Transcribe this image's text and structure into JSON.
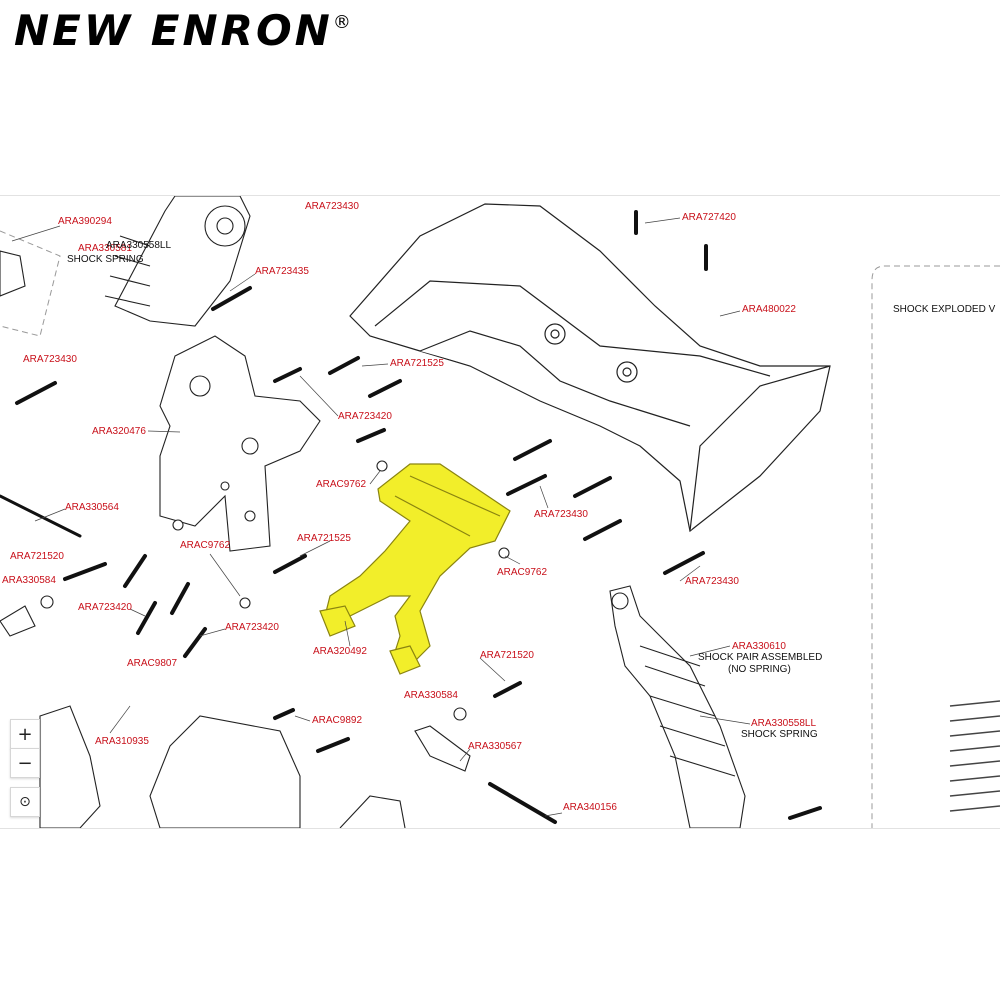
{
  "brand": {
    "name": "NEW ENRON",
    "mark": "®"
  },
  "labels": [
    {
      "id": "l1",
      "text": "ARA390294"
    },
    {
      "id": "l2",
      "text": "ARA330581"
    },
    {
      "id": "l3",
      "text": "ARA330558LL"
    },
    {
      "id": "l4",
      "text": "SHOCK SPRING"
    },
    {
      "id": "l5",
      "text": "ARA723430"
    },
    {
      "id": "l6",
      "text": "ARA723435"
    },
    {
      "id": "l7",
      "text": "ARA727420"
    },
    {
      "id": "l8",
      "text": "ARA480022"
    },
    {
      "id": "l9",
      "text": "SHOCK EXPLODED V"
    },
    {
      "id": "l10",
      "text": "ARA723430"
    },
    {
      "id": "l11",
      "text": "ARA721525"
    },
    {
      "id": "l12",
      "text": "ARA723420"
    },
    {
      "id": "l13",
      "text": "ARA320476"
    },
    {
      "id": "l14",
      "text": "ARAC9762"
    },
    {
      "id": "l15",
      "text": "ARA330564"
    },
    {
      "id": "l16",
      "text": "ARA723430"
    },
    {
      "id": "l17",
      "text": "ARA721520"
    },
    {
      "id": "l18",
      "text": "ARAC9762"
    },
    {
      "id": "l19",
      "text": "ARA721525"
    },
    {
      "id": "l20",
      "text": "ARAC9762"
    },
    {
      "id": "l21",
      "text": "ARA330584"
    },
    {
      "id": "l22",
      "text": "ARA723420"
    },
    {
      "id": "l23",
      "text": "ARA723420"
    },
    {
      "id": "l24",
      "text": "ARA320492"
    },
    {
      "id": "l25",
      "text": "ARA723430"
    },
    {
      "id": "l26",
      "text": "ARAC9807"
    },
    {
      "id": "l27",
      "text": "ARA721520"
    },
    {
      "id": "l28",
      "text": "ARA330610"
    },
    {
      "id": "l29",
      "text": "SHOCK PAIR ASSEMBLED"
    },
    {
      "id": "l30",
      "text": "(NO SPRING)"
    },
    {
      "id": "l31",
      "text": "ARA330584"
    },
    {
      "id": "l32",
      "text": "ARAC9892"
    },
    {
      "id": "l33",
      "text": "ARA330558LL"
    },
    {
      "id": "l34",
      "text": "SHOCK SPRING"
    },
    {
      "id": "l35",
      "text": "ARA310935"
    },
    {
      "id": "l36",
      "text": "ARA330567"
    },
    {
      "id": "l37",
      "text": "ARA340156"
    }
  ],
  "controls": {
    "zoom_in": "+",
    "zoom_out": "−",
    "recenter": "⊙"
  },
  "colors": {
    "highlight": "#f2ee2a",
    "label": "#c8101a",
    "line": "#222222"
  }
}
